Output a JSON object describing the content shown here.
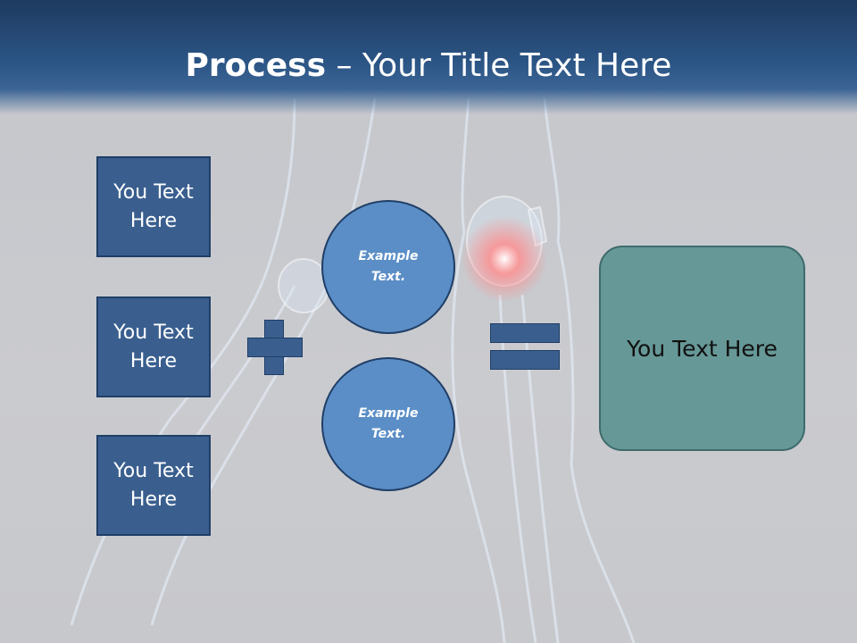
{
  "slide": {
    "title_bold": "Process",
    "title_rest": " – Your Title Text Here"
  },
  "inputs": [
    {
      "label": "You Text Here"
    },
    {
      "label": "You Text Here"
    },
    {
      "label": "You Text Here"
    }
  ],
  "circles": [
    {
      "label": "Example Text."
    },
    {
      "label": "Example Text."
    }
  ],
  "result": {
    "label": "You Text Here"
  },
  "colors": {
    "header": "#2b5585",
    "box_fill": "#3a5f8f",
    "circle_fill": "#5b8ec6",
    "result_fill": "#669897",
    "background": "#c8c9cd"
  },
  "icons": [
    "plus-icon",
    "equals-icon"
  ]
}
